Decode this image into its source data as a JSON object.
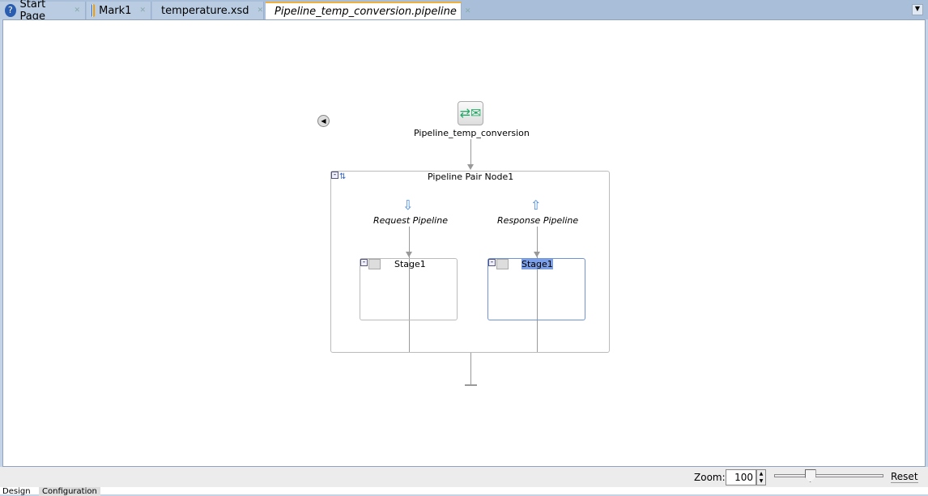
{
  "tabs": [
    {
      "label": "Start Page",
      "icon": "help-icon"
    },
    {
      "label": "Mark1",
      "icon": "mark-icon"
    },
    {
      "label": "temperature.xsd",
      "icon": "schema-icon"
    },
    {
      "label": "Pipeline_temp_conversion.pipeline",
      "icon": "pipeline-icon",
      "active": true
    }
  ],
  "diagram": {
    "proxy_label": "Pipeline_temp_conversion",
    "pair_node_label": "Pipeline Pair Node1",
    "request_label": "Request Pipeline",
    "response_label": "Response Pipeline",
    "request_stage": "Stage1",
    "response_stage": "Stage1"
  },
  "zoom": {
    "label": "Zoom:",
    "value": "100",
    "reset": "Reset",
    "slider_fraction": 0.33
  },
  "bottom_tabs": [
    "Design",
    "Configuration"
  ]
}
